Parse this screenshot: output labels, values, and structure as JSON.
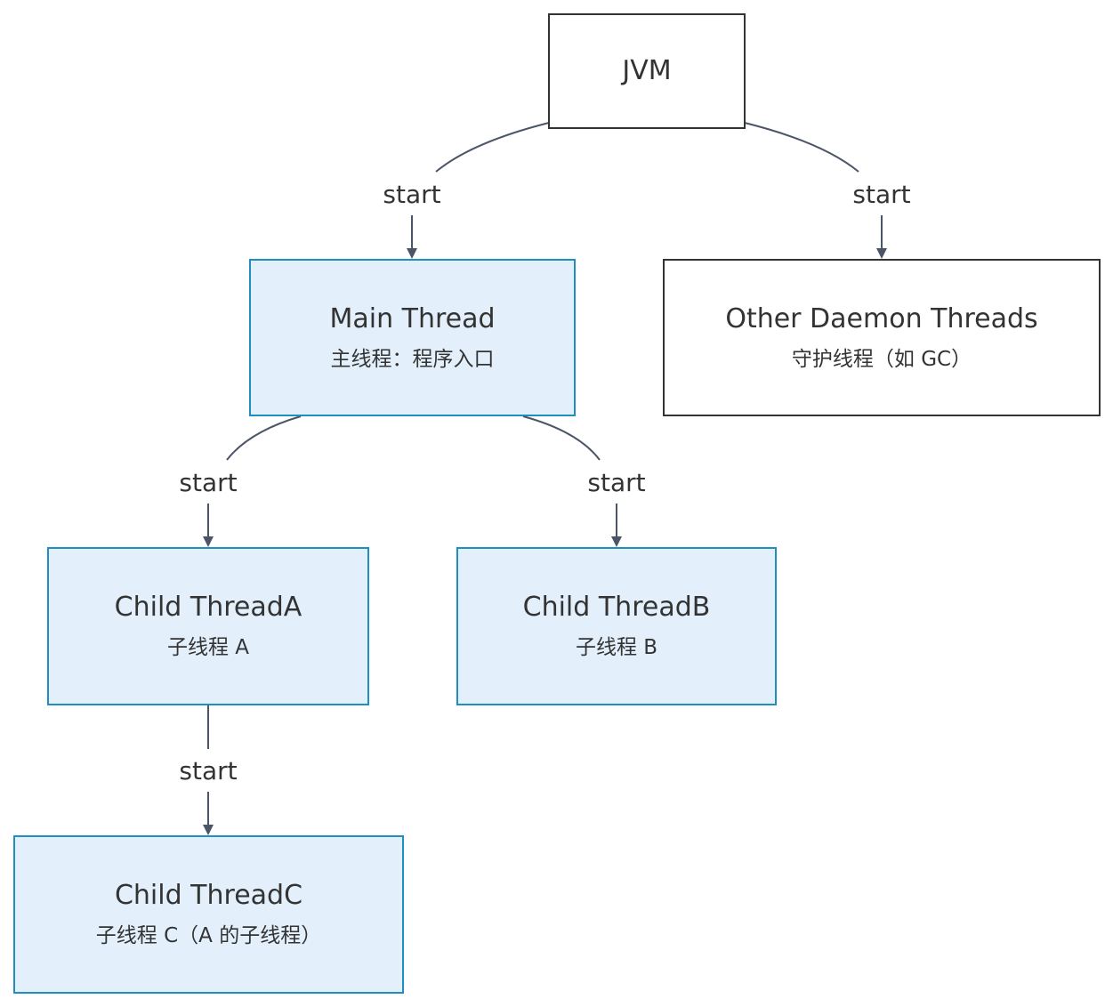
{
  "nodes": {
    "jvm": {
      "title": "JVM"
    },
    "main": {
      "title": "Main Thread",
      "subtitle": "主线程：程序入口"
    },
    "daemon": {
      "title": "Other Daemon Threads",
      "subtitle": "守护线程（如 GC）"
    },
    "child_a": {
      "title": "Child ThreadA",
      "subtitle": "子线程 A"
    },
    "child_b": {
      "title": "Child ThreadB",
      "subtitle": "子线程 B"
    },
    "child_c": {
      "title": "Child ThreadC",
      "subtitle": "子线程 C（A 的子线程）"
    }
  },
  "edges": [
    {
      "from": "JVM",
      "to": "Main Thread",
      "label": "start"
    },
    {
      "from": "JVM",
      "to": "Other Daemon Threads",
      "label": "start"
    },
    {
      "from": "Main Thread",
      "to": "Child ThreadA",
      "label": "start"
    },
    {
      "from": "Main Thread",
      "to": "Child ThreadB",
      "label": "start"
    },
    {
      "from": "Child ThreadA",
      "to": "Child ThreadC",
      "label": "start"
    }
  ],
  "colors": {
    "edge": "#4a5568",
    "highlight_fill": "#e3f0fc",
    "highlight_border": "#1f8fbf",
    "plain_border": "#333333"
  }
}
